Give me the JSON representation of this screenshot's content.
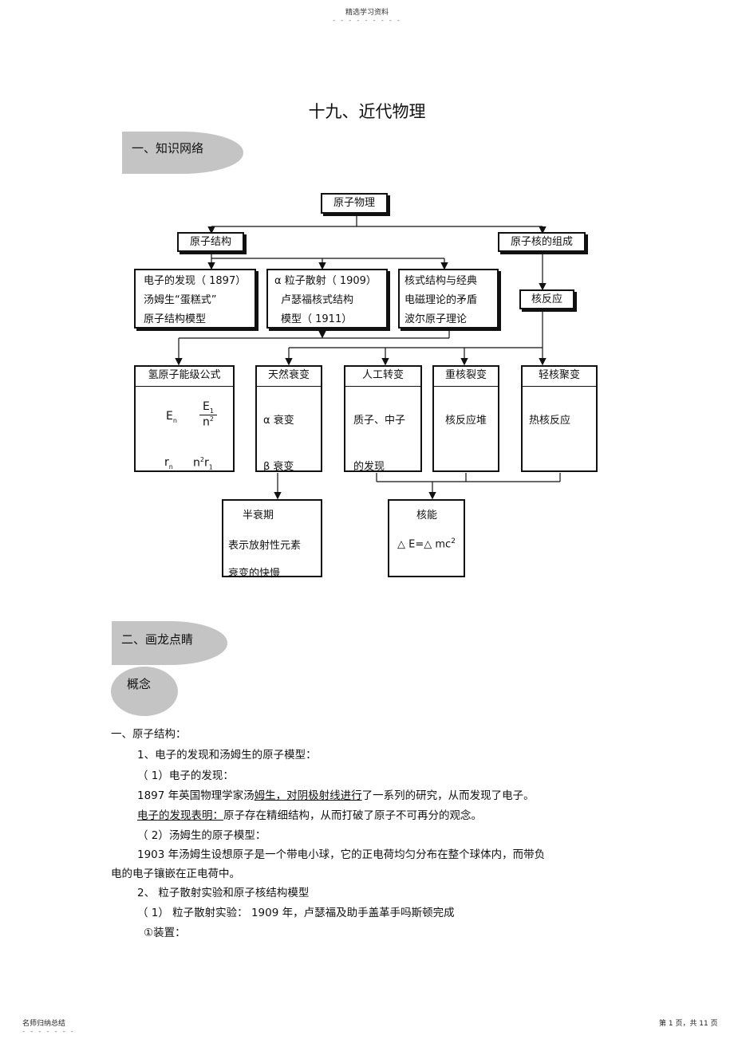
{
  "header": {
    "top": "精选学习资料",
    "dots": "- - - - - - - - -"
  },
  "title": "十九、近代物理",
  "section1": "一、知识网络",
  "diagram": {
    "root": "原子物理",
    "atom_structure": "原子结构",
    "nucleus_comp": "原子核的组成",
    "box_electron": [
      "电子的发现（ 1897）",
      "汤姆生“蛋糕式”",
      "原子结构模型"
    ],
    "box_alpha": [
      "α 粒子散射（ 1909）",
      "卢瑟福核式结构",
      "模型（ 1911）"
    ],
    "box_bohr": [
      "核式结构与经典",
      "电磁理论的矛盾",
      "波尔原子理论"
    ],
    "nuclear_reaction": "核反应",
    "hydrogen": {
      "head": "氢原子能级公式",
      "en": "E",
      "en_sub": "n",
      "e1": "E",
      "e1_sub": "1",
      "n2": "n",
      "n2_sup": "2",
      "rn": "r",
      "rn_sub": "n",
      "rn_rhs": "n",
      "rn_sup": "2",
      "r1": "r",
      "r1_sub": "1"
    },
    "natural_decay": {
      "head": "天然衰变",
      "alpha": "α 衰变",
      "beta": "β 衰变"
    },
    "artificial": {
      "head": "人工转变",
      "l1": "质子、中子",
      "l2": "的发现"
    },
    "fission": {
      "head": "重核裂变",
      "l1": "核反应堆"
    },
    "fusion": {
      "head": "轻核聚变",
      "l1": "热核反应"
    },
    "halflife": {
      "head": "半衰期",
      "l1": "表示放射性元素",
      "l2": "衰变的快慢"
    },
    "nuclear_energy": {
      "head": "核能",
      "formula": "△ E=△ mc",
      "sup": "2"
    }
  },
  "section2": "二、画龙点睛",
  "concept": "概念",
  "body": {
    "h1": "一、原子结构：",
    "p1": "1、电子的发现和汤姆生的原子模型：",
    "p2": "（ 1）电子的发现：",
    "p3a": "1897 年英国物理学家汤",
    "p3b": "姆生，",
    "p3c": "对阴极射线进行",
    "p3d": "了一系列的研究，从而发现了电子。",
    "p4a": "电子的发现表明：",
    "p4b": "原子存在精细结构，从而打破了原子不可再分的观念。",
    "p5": "（ 2）汤姆生的原子模型：",
    "p6": "1903  年汤姆生设想原子是一个带电小球，它的正电荷均匀分布在整个球体内，而带负",
    "p7": "电的电子镶嵌在正电荷中。",
    "p8": "2、     粒子散射实验和原子核结构模型",
    "p9": "（ 1）     粒子散射实验：    1909 年，卢瑟福及助手盖革手吗斯顿完成",
    "p10": "①装置："
  },
  "footer": {
    "left": "名师归纳总结",
    "dots": "- - - - - - -",
    "right": "第 1 页，共 11 页"
  }
}
